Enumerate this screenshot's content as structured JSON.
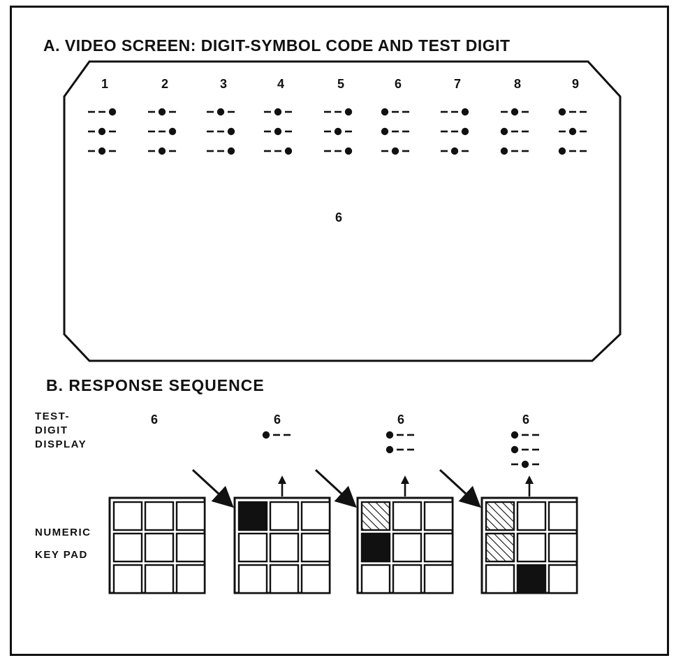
{
  "section_a": {
    "title": "A.  VIDEO  SCREEN: DIGIT-SYMBOL  CODE  AND  TEST  DIGIT",
    "code_digits": [
      "1",
      "2",
      "3",
      "4",
      "5",
      "6",
      "7",
      "8",
      "9"
    ],
    "symbols": [
      [
        3,
        2,
        2
      ],
      [
        2,
        3,
        2
      ],
      [
        2,
        3,
        3
      ],
      [
        2,
        2,
        3
      ],
      [
        3,
        2,
        3
      ],
      [
        1,
        1,
        2
      ],
      [
        3,
        3,
        2
      ],
      [
        2,
        1,
        1
      ],
      [
        1,
        2,
        1
      ]
    ],
    "test_digit": "6"
  },
  "section_b": {
    "title": "B.  RESPONSE  SEQUENCE",
    "test_digit_label": [
      "TEST-",
      "DIGIT",
      "DISPLAY"
    ],
    "keypad_label": [
      "NUMERIC",
      "KEY PAD"
    ],
    "steps": [
      {
        "digit": "6",
        "displayed_rows": [],
        "keys": [
          "e",
          "e",
          "e",
          "e",
          "e",
          "e",
          "e",
          "e",
          "e"
        ]
      },
      {
        "digit": "6",
        "displayed_rows": [
          1
        ],
        "keys": [
          "s",
          "e",
          "e",
          "e",
          "e",
          "e",
          "e",
          "e",
          "e"
        ]
      },
      {
        "digit": "6",
        "displayed_rows": [
          1,
          1
        ],
        "keys": [
          "h",
          "e",
          "e",
          "s",
          "e",
          "e",
          "e",
          "e",
          "e"
        ]
      },
      {
        "digit": "6",
        "displayed_rows": [
          1,
          1,
          2
        ],
        "keys": [
          "h",
          "e",
          "e",
          "h",
          "e",
          "e",
          "e",
          "s",
          "e"
        ]
      }
    ]
  },
  "legend_colors": {
    "ink": "#111111",
    "paper": "#ffffff"
  }
}
